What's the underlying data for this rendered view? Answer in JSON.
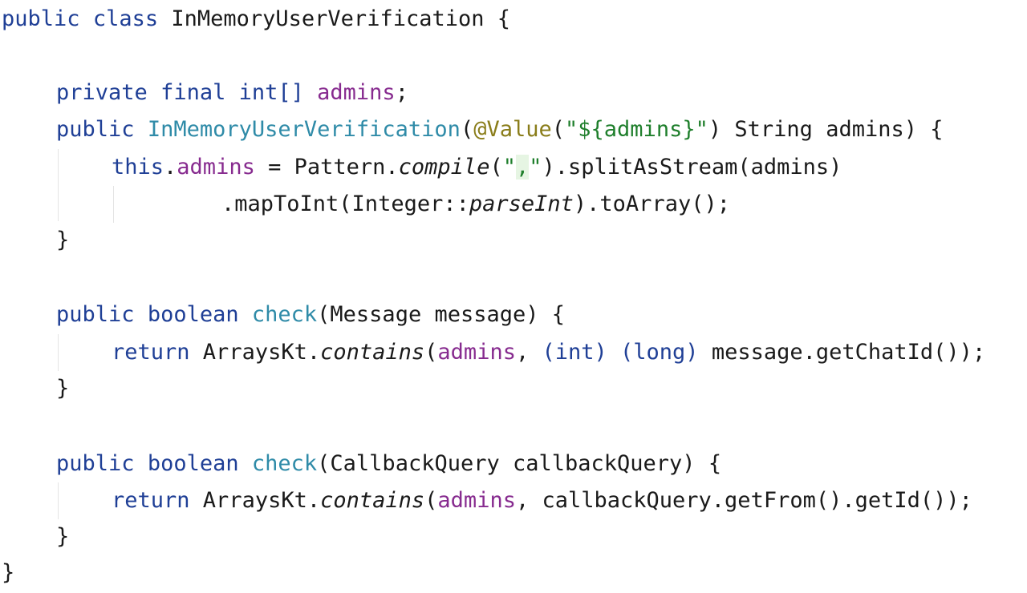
{
  "code": {
    "line0": {
      "kw1": "public",
      "kw2": "class",
      "class_name": "InMemoryUserVerification",
      "brace": "{"
    },
    "line1": {
      "kw1": "private",
      "kw2": "final",
      "type": "int[]",
      "field": "admins",
      "semi": ";"
    },
    "line2": {
      "kw1": "public",
      "ctor": "InMemoryUserVerification",
      "open": "(",
      "annotation": "@Value",
      "paren_open": "(",
      "string": "\"${admins}\"",
      "paren_close": ")",
      "param_type": "String",
      "param_name": "admins",
      "close": ")",
      "brace": "{"
    },
    "line3": {
      "this_kw": "this",
      "dot": ".",
      "field": "admins",
      "assign": " = Pattern.",
      "method": "compile",
      "open": "(",
      "quote1": "\"",
      "comma": ",",
      "quote2": "\"",
      "rest": ").splitAsStream(admins)"
    },
    "line4": {
      "part1": ".mapToInt(Integer::",
      "method": "parseInt",
      "part2": ").toArray();"
    },
    "line5": {
      "brace": "}"
    },
    "line6": {
      "kw1": "public",
      "kw2": "boolean",
      "method": "check",
      "params": "(Message message) {"
    },
    "line7": {
      "kw": "return",
      "prefix": " ArraysKt.",
      "method": "contains",
      "open": "(",
      "field": "admins",
      "sep": ", ",
      "cast1": "(int)",
      "space": " ",
      "cast2": "(long)",
      "rest": " message.getChatId());"
    },
    "line8": {
      "brace": "}"
    },
    "line9": {
      "kw1": "public",
      "kw2": "boolean",
      "method": "check",
      "params": "(CallbackQuery callbackQuery) {"
    },
    "line10": {
      "kw": "return",
      "prefix": " ArraysKt.",
      "method": "contains",
      "open": "(",
      "field": "admins",
      "rest": ", callbackQuery.getFrom().getId());"
    },
    "line11": {
      "brace": "}"
    },
    "line12": {
      "brace": "}"
    }
  }
}
